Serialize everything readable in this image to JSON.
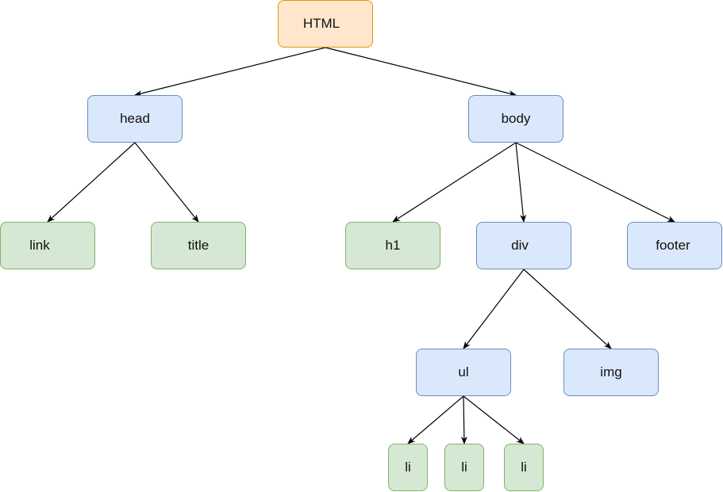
{
  "nodes": {
    "html": "HTML",
    "head": "head",
    "body": "body",
    "link": "link",
    "title": "title",
    "h1": "h1",
    "div": "div",
    "footer": "footer",
    "ul": "ul",
    "img": "img",
    "li_1": "li",
    "li_2": "li",
    "li_3": "li"
  },
  "edges": [
    [
      "html",
      "head"
    ],
    [
      "html",
      "body"
    ],
    [
      "head",
      "link"
    ],
    [
      "head",
      "title"
    ],
    [
      "body",
      "h1"
    ],
    [
      "body",
      "div"
    ],
    [
      "body",
      "footer"
    ],
    [
      "div",
      "ul"
    ],
    [
      "div",
      "img"
    ],
    [
      "ul",
      "li_1"
    ],
    [
      "ul",
      "li_2"
    ],
    [
      "ul",
      "li_3"
    ]
  ],
  "colors": {
    "root_fill": "#ffe6cc",
    "root_stroke": "#d79b00",
    "element_fill": "#dae8fc",
    "element_stroke": "#6c8ebf",
    "leaf_fill": "#d5e8d4",
    "leaf_stroke": "#82b366",
    "edge": "#000000"
  }
}
